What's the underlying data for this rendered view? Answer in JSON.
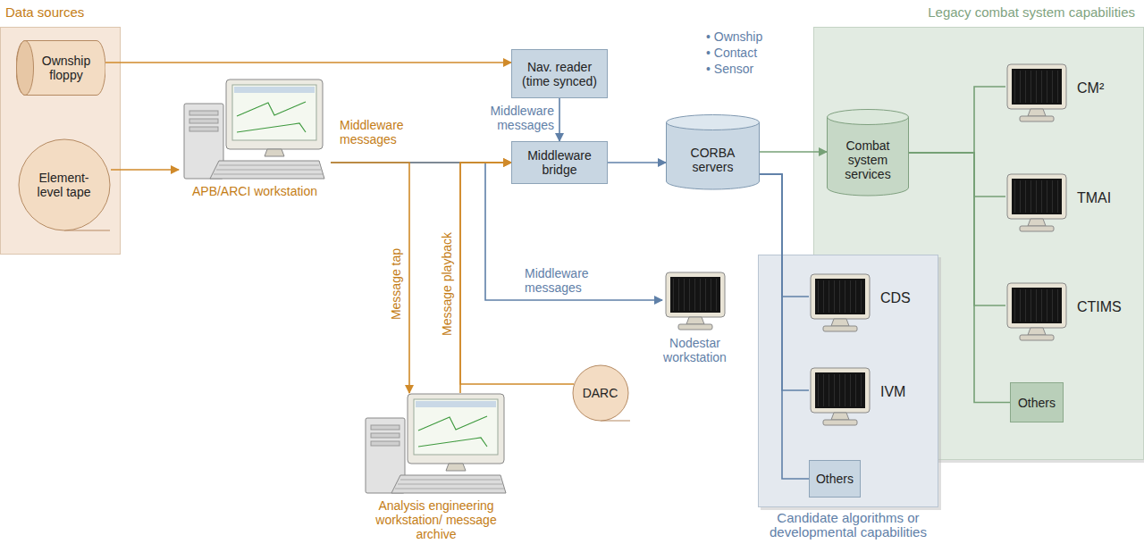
{
  "diagram": {
    "nodes": [
      {
        "text": [
          "Data sources"
        ]
      },
      {
        "text": [
          "Ownship floppy"
        ],
        "in": 0
      },
      {
        "text": [
          "Element-level tape"
        ],
        "in": 0
      },
      {
        "text": [
          "Nav. reader (time synced)"
        ]
      },
      {
        "text": [
          "APB/ARCI workstation"
        ]
      },
      {
        "text": [
          "Middleware bridge"
        ]
      },
      {
        "text": [
          "CORBA servers"
        ]
      },
      {
        "text": [
          "Legacy combat system capabilities"
        ]
      },
      {
        "text": [
          "Combat system services"
        ],
        "in": 7
      },
      {
        "text": [
          "CM²"
        ],
        "in": 7
      },
      {
        "text": [
          "TMAI"
        ],
        "in": 7
      },
      {
        "text": [
          "CTIMS"
        ],
        "in": 7
      },
      {
        "text": [
          "Others"
        ],
        "in": 7
      },
      {
        "text": [
          "Nodestar workstation"
        ]
      },
      {
        "text": [
          "Candidate algorithms or developmental capabilities"
        ]
      },
      {
        "text": [
          "CDS"
        ],
        "in": 14
      },
      {
        "text": [
          "IVM"
        ],
        "in": 14
      },
      {
        "text": [
          "Others"
        ],
        "in": 14
      },
      {
        "text": [
          "DARC"
        ]
      },
      {
        "text": [
          "Analysis engineering workstation/ message archive"
        ]
      }
    ],
    "edges": [
      {
        "from": 1,
        "to": 3,
        "arrow": "to"
      },
      {
        "from": 2,
        "to": 4,
        "arrow": "to"
      },
      {
        "from": 4,
        "to": 5,
        "label": "Middleware messages",
        "arrow": "to"
      },
      {
        "from": 3,
        "to": 5,
        "label": "Middleware messages",
        "arrow": "to"
      },
      {
        "from": 5,
        "to": 6,
        "arrow": "to"
      },
      {
        "from": 4,
        "to": 13,
        "label": "Middleware messages",
        "arrow": "to"
      },
      {
        "from": 4,
        "to": 19,
        "label": "Message tap",
        "arrow": "to"
      },
      {
        "from": 19,
        "to": 5,
        "label": "Message playback",
        "arrow": "to"
      },
      {
        "from": 18,
        "to": 5,
        "arrow": "to"
      },
      {
        "from": 6,
        "to": 8,
        "arrow": "to"
      },
      {
        "from": 8,
        "to": 9,
        "arrow": "none"
      },
      {
        "from": 8,
        "to": 10,
        "arrow": "none"
      },
      {
        "from": 8,
        "to": 11,
        "arrow": "none"
      },
      {
        "from": 8,
        "to": 12,
        "arrow": "none"
      },
      {
        "from": 6,
        "to": 15,
        "arrow": "none"
      },
      {
        "from": 6,
        "to": 16,
        "arrow": "none"
      },
      {
        "from": 6,
        "to": 17,
        "arrow": "none"
      }
    ],
    "labels": [
      "• Ownship",
      "• Contact",
      "• Sensor"
    ]
  }
}
